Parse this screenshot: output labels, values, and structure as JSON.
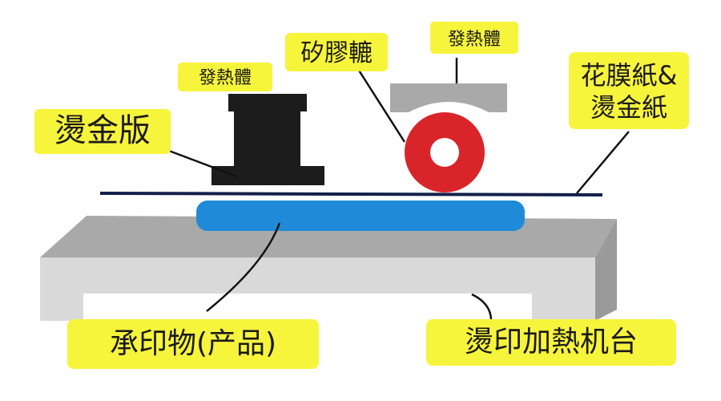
{
  "labels": {
    "heater_left": "發熱體",
    "heater_right": "發熱體",
    "silicone_wheel": "矽膠轆",
    "hot_stamping_plate": "燙金版",
    "foil_paper_line1": "花膜紙&",
    "foil_paper_line2": "燙金紙",
    "substrate_product": "承印物(产品)",
    "hot_stamping_machine_table": "燙印加熱机台"
  },
  "colors": {
    "label_background": "#f7f43c",
    "heater_block": "#1c1c1c",
    "heater_right_block": "#a9a9a9",
    "wheel_outer": "#d9252a",
    "wheel_inner": "#ffffff",
    "product": "#1f8bd8",
    "foil_line": "#13204a",
    "table_top": "#a6a6a6",
    "table_front": "#d8d8d8",
    "leader_line": "#111111"
  }
}
